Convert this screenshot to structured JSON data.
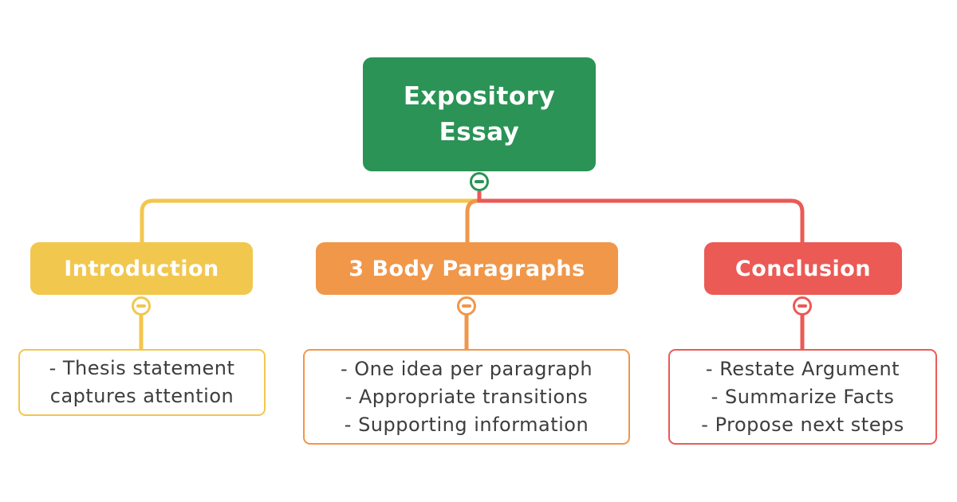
{
  "colors": {
    "background": "#ffffff",
    "green": "#2A9355",
    "yellow": "#F2C74E",
    "orange": "#F0974A",
    "red": "#EB5A55",
    "node_text": "#ffffff",
    "leaf_text": "#3D3D3D"
  },
  "diagram": {
    "root": {
      "label": "Expository Essay"
    },
    "branches": [
      {
        "label": "Introduction",
        "color": "#F2C74E",
        "items": [
          "- Thesis statement captures attention"
        ]
      },
      {
        "label": "3 Body Paragraphs",
        "color": "#F0974A",
        "items": [
          "- One idea per paragraph",
          "- Appropriate transitions",
          "- Supporting information"
        ]
      },
      {
        "label": "Conclusion",
        "color": "#EB5A55",
        "items": [
          "- Restate Argument",
          "- Summarize Facts",
          "- Propose next steps"
        ]
      }
    ],
    "collapse_icon_glyph": "−"
  }
}
